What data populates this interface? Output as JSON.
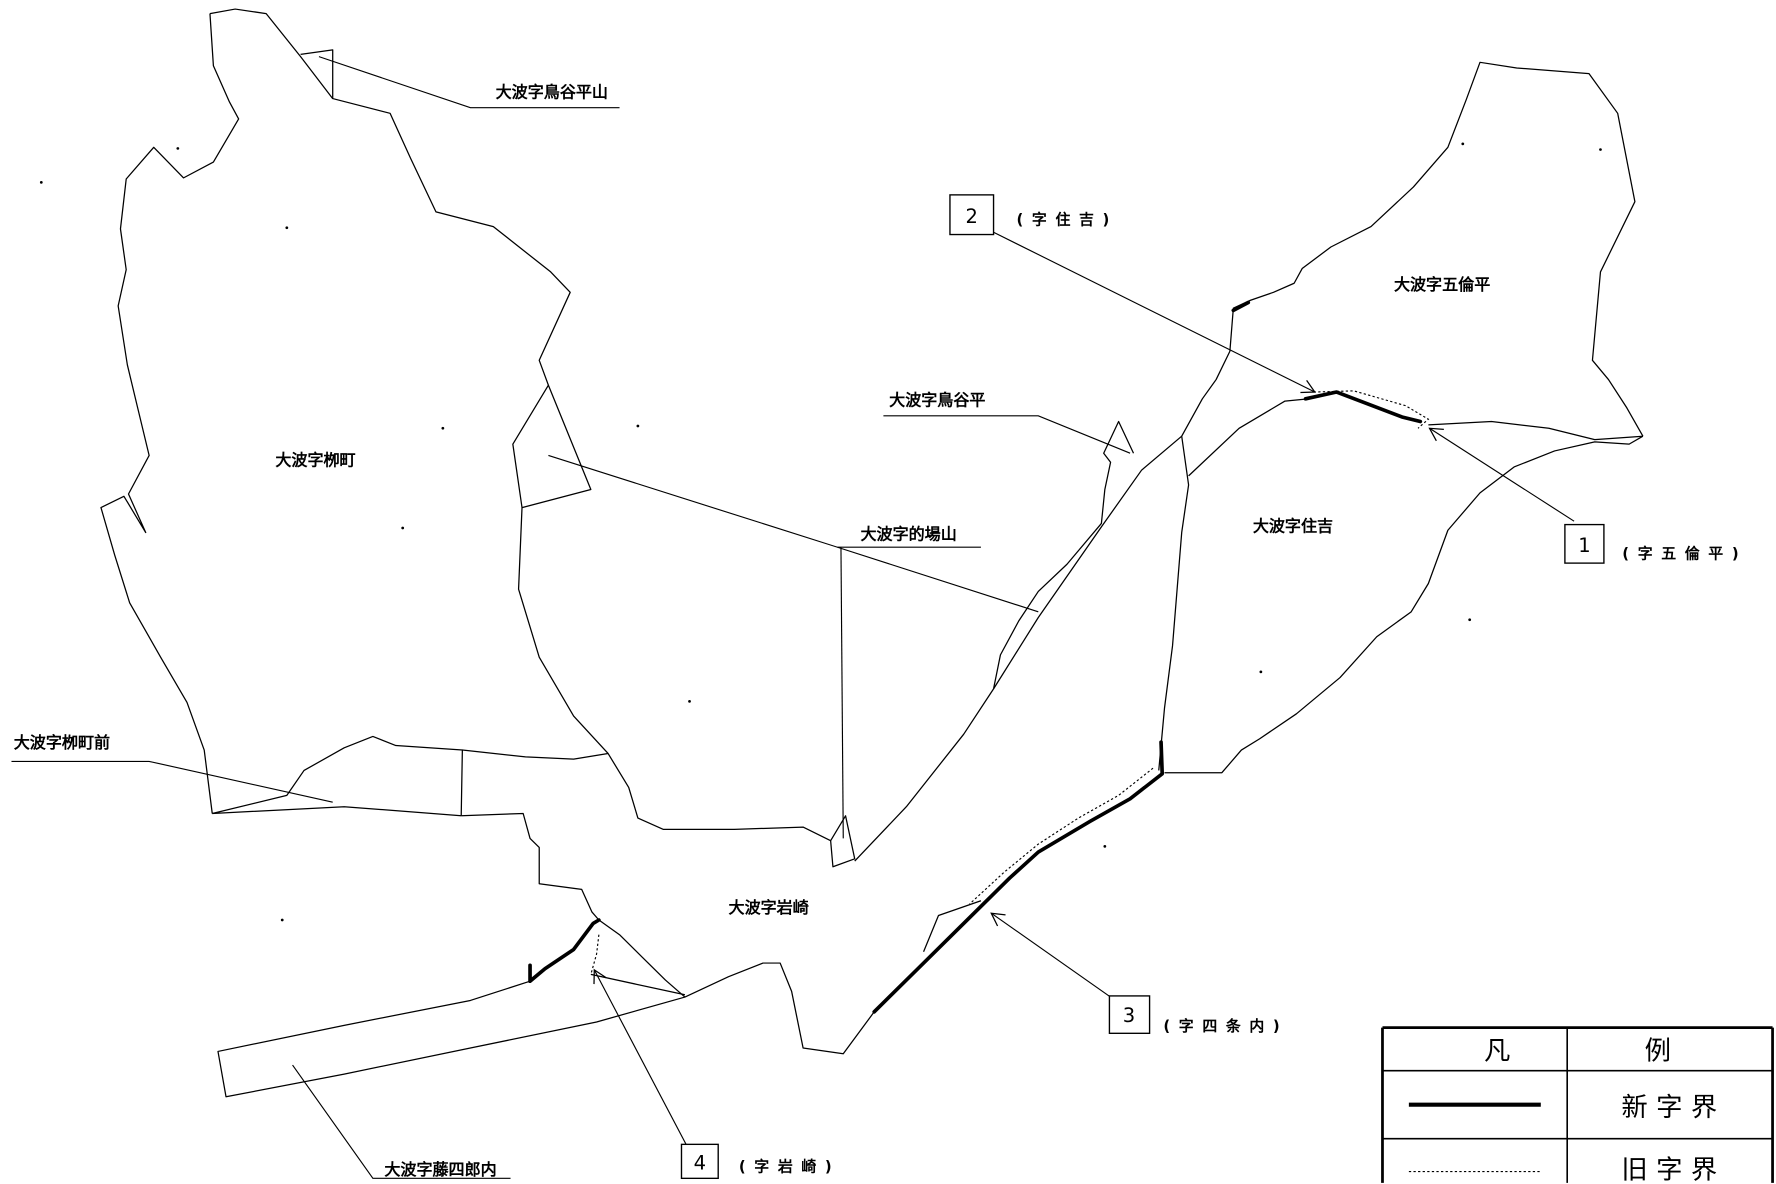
{
  "areas": [
    {
      "name": "大波字鳥谷平山"
    },
    {
      "name": "大波字栁町"
    },
    {
      "name": "大波字栁町前"
    },
    {
      "name": "大波字的場山"
    },
    {
      "name": "大波字鳥谷平"
    },
    {
      "name": "大波字五倫平"
    },
    {
      "name": "大波字住吉"
    },
    {
      "name": "大波字岩崎"
    },
    {
      "name": "大波字藤四郎内"
    }
  ],
  "callouts": [
    {
      "number": "1",
      "label": "( 字 五 倫 平 )"
    },
    {
      "number": "2",
      "label": "( 字 住 吉 )"
    },
    {
      "number": "3",
      "label": "( 字 四 条 内 )"
    },
    {
      "number": "4",
      "label": "( 字 岩 崎 )"
    }
  ],
  "legend": {
    "title_left": "凡",
    "title_right": "例",
    "new_boundary": "新 字 界",
    "old_boundary": "旧 字 界"
  },
  "colors": {
    "line": "#000000",
    "background": "#ffffff"
  }
}
